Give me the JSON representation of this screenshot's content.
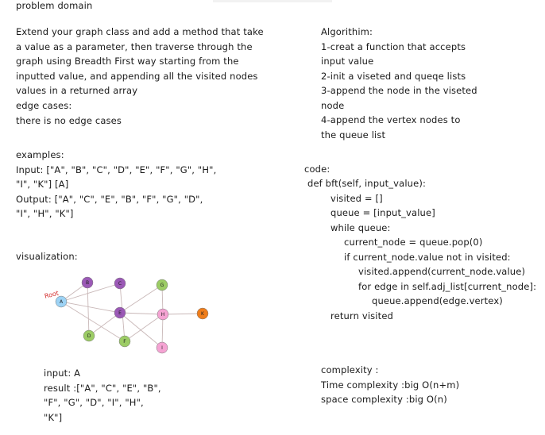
{
  "title": "problem domain",
  "problem_lines": [
    "Extend your graph class and add a method that take",
    "a value as a parameter, then traverse through the",
    "graph using Breadth First way starting from the",
    "inputted value, and appending all the visited nodes",
    "values in a returned array"
  ],
  "edge_cases": {
    "heading": "edge cases:",
    "text": "there is no edge cases"
  },
  "examples": {
    "heading": "examples:",
    "lines": [
      "Input: [\"A\", \"B\", \"C\", \"D\", \"E\", \"F\", \"G\", \"H\",",
      "\"I\", \"K\"] [A]",
      "Output: [\"A\", \"C\", \"E\", \"B\", \"F\", \"G\", \"D\",",
      "\"I\", \"H\", \"K\"]"
    ]
  },
  "algorithm": {
    "heading": "Algorithim:",
    "lines": [
      "1-creat a function that accepts",
      "input value",
      "2-init a viseted and queqe lists",
      "3-append the node in the viseted",
      "node",
      "4-append the vertex nodes to",
      "the queue list"
    ]
  },
  "code": {
    "heading": "code:",
    "lines": [
      "def bft(self, input_value):",
      "visited = []",
      "queue = [input_value]",
      "while queue:",
      "current_node = queue.pop(0)",
      "if current_node.value not in visited:",
      "visited.append(current_node.value)",
      "for edge in self.adj_list[current_node]:",
      "queue.append(edge.vertex)",
      "return visited"
    ]
  },
  "visualization": {
    "heading": "visualization:",
    "root_label": "Root",
    "nodes": [
      {
        "id": "A",
        "color": "#9dd3f5"
      },
      {
        "id": "B",
        "color": "#9b59b6"
      },
      {
        "id": "C",
        "color": "#9b59b6"
      },
      {
        "id": "D",
        "color": "#9ccc65"
      },
      {
        "id": "E",
        "color": "#9b59b6"
      },
      {
        "id": "F",
        "color": "#9ccc65"
      },
      {
        "id": "G",
        "color": "#9ccc65"
      },
      {
        "id": "H",
        "color": "#f5a3d3"
      },
      {
        "id": "I",
        "color": "#f5a3d3"
      },
      {
        "id": "K",
        "color": "#ef7d1a"
      }
    ],
    "edges": [
      [
        "A",
        "B"
      ],
      [
        "A",
        "C"
      ],
      [
        "A",
        "E"
      ],
      [
        "A",
        "F"
      ],
      [
        "B",
        "D"
      ],
      [
        "D",
        "E"
      ],
      [
        "C",
        "F"
      ],
      [
        "E",
        "G"
      ],
      [
        "E",
        "H"
      ],
      [
        "E",
        "I"
      ],
      [
        "F",
        "H"
      ],
      [
        "G",
        "H"
      ],
      [
        "H",
        "K"
      ],
      [
        "H",
        "I"
      ]
    ]
  },
  "result": {
    "lines": [
      "input: A",
      "result :[\"A\", \"C\", \"E\", \"B\",",
      "\"F\", \"G\", \"D\", \"I\", \"H\",",
      "\"K\"]"
    ]
  },
  "complexity": {
    "lines": [
      "complexity :",
      "Time complexity :big O(n+m)",
      "space complexity :big O(n)"
    ]
  }
}
